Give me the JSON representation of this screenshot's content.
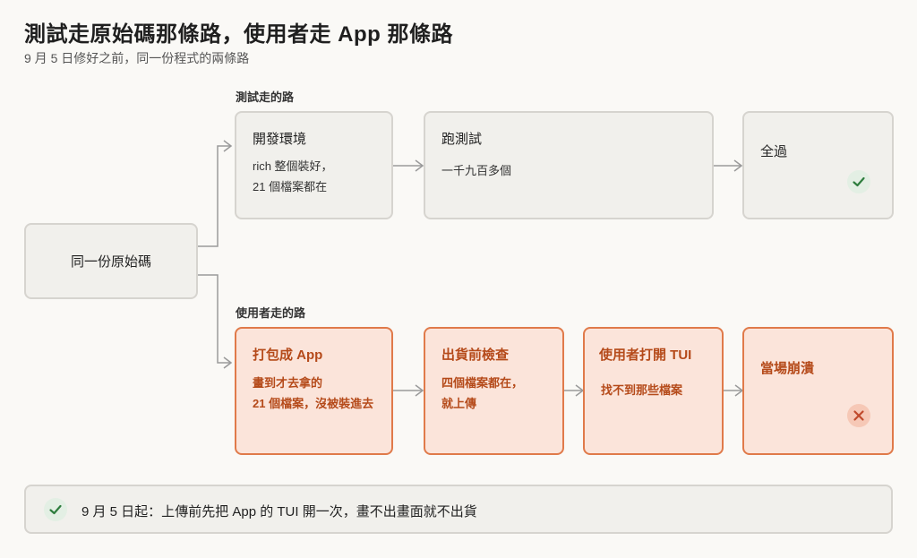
{
  "title": "測試走原始碼那條路，使用者走 App 那條路",
  "subtitle": "9 月 5 日修好之前，同一份程式的兩條路",
  "source": {
    "label": "同一份原始碼"
  },
  "test_lane": {
    "label": "測試走的路",
    "steps": [
      {
        "label": "開發環境",
        "detail": [
          "rich 整個裝好，",
          "21 個檔案都在"
        ]
      },
      {
        "label": "跑測試",
        "detail": [
          "一千九百多個"
        ]
      },
      {
        "label": "全過",
        "detail": [],
        "icon": "check-icon"
      }
    ]
  },
  "user_lane": {
    "label": "使用者走的路",
    "steps": [
      {
        "label": "打包成 App",
        "detail": [
          "畫到才去拿的",
          "21 個檔案，沒被裝進去"
        ]
      },
      {
        "label": "出貨前檢查",
        "detail": [
          "四個檔案都在，",
          "就上傳"
        ]
      },
      {
        "label": "使用者打開 TUI",
        "detail": [
          "找不到那些檔案"
        ]
      },
      {
        "label": "當場崩潰",
        "detail": [],
        "icon": "cross-icon"
      }
    ]
  },
  "footer": {
    "icon": "check-icon",
    "text": "9 月 5 日起：上傳前先把 App 的 TUI 開一次，畫不出畫面就不出貨"
  },
  "colors": {
    "neutral_fill": "#f1f0ec",
    "neutral_border": "#d6d4cf",
    "failure_fill": "#fbe4da",
    "failure_border": "#e07a4a",
    "failure_text": "#b54a1a",
    "success_green": "#2e7d3e",
    "failure_red": "#c0492b",
    "connector": "#9a9a9a"
  }
}
